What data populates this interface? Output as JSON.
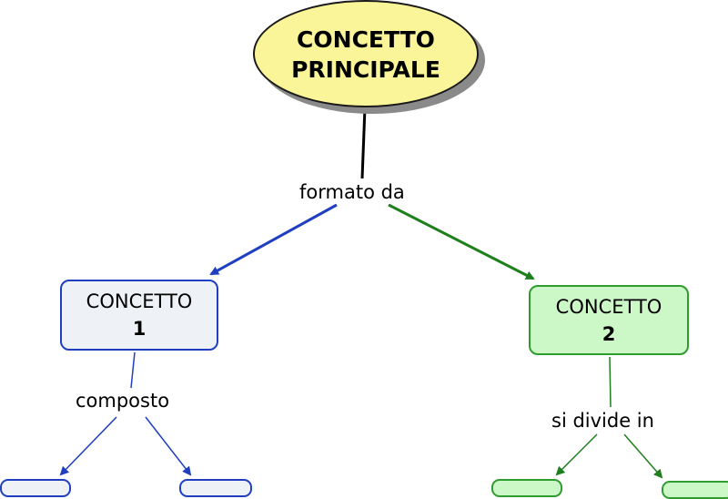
{
  "main_concept": {
    "line1": "CONCETTO",
    "line2": "PRINCIPALE"
  },
  "concept1": {
    "line1": "CONCETTO",
    "line2": "1"
  },
  "concept2": {
    "line1": "CONCETTO",
    "line2": "2"
  },
  "links": {
    "main_to_concepts": "formato da",
    "concept1_link": "composto",
    "concept2_link": "si divide in"
  },
  "colors": {
    "main_fill": "#fbf59a",
    "blue_branch": "#1f3fc0",
    "green_branch": "#2a8a1f",
    "blue_fill": "#eef2f7",
    "green_fill": "#ccf7c6"
  }
}
